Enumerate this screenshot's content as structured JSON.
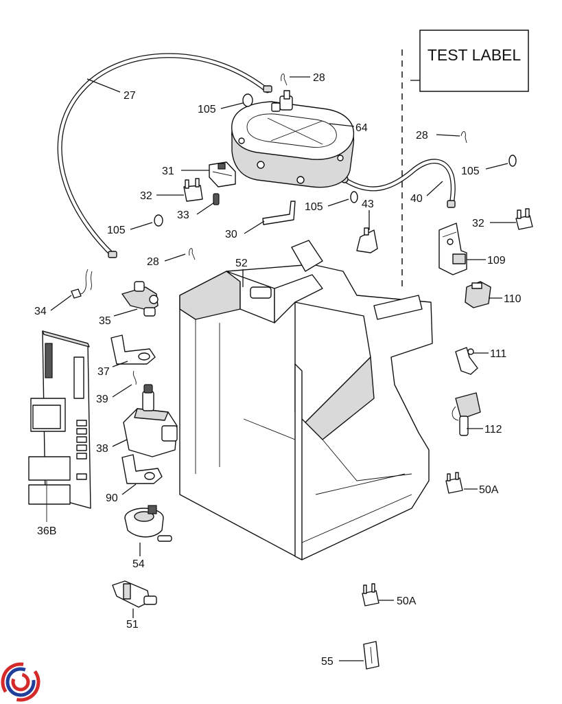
{
  "test_label": "TEST LABEL",
  "callouts": {
    "c27": "27",
    "c28a": "28",
    "c28b": "28",
    "c28c": "28",
    "c105a": "105",
    "c105b": "105",
    "c105c": "105",
    "c105d": "105",
    "c64": "64",
    "c31": "31",
    "c32a": "32",
    "c32b": "32",
    "c33": "33",
    "c30": "30",
    "c43": "43",
    "c40": "40",
    "c52": "52",
    "c34": "34",
    "c35": "35",
    "c109": "109",
    "c110": "110",
    "c111": "111",
    "c112": "112",
    "c37": "37",
    "c39": "39",
    "c38": "38",
    "c90": "90",
    "c36B": "36B",
    "c54": "54",
    "c51": "51",
    "c50Aa": "50A",
    "c50Ab": "50A",
    "c55": "55"
  },
  "logo": {
    "colors": {
      "red": "#d42a2a",
      "blue": "#1f3f9a"
    }
  }
}
